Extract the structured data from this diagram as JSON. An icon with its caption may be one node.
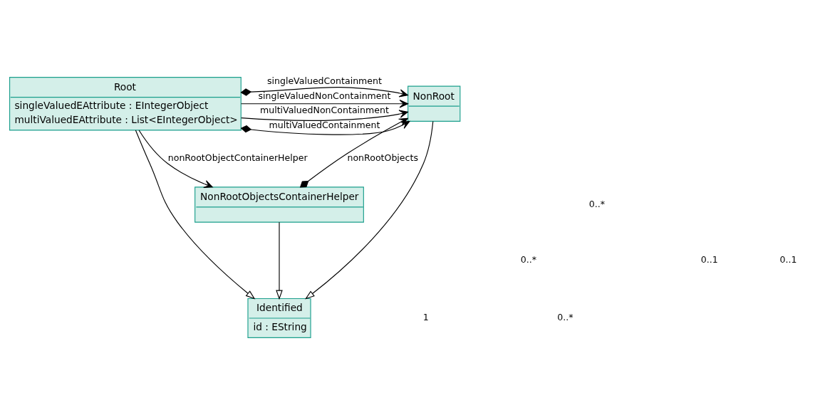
{
  "diagram": {
    "nodes": [
      {
        "text": [
          "Identified",
          "id : EString"
        ]
      },
      {
        "text": [
          "Root",
          "singleValuedEAttribute : EIntegerObject",
          "multiValuedEAttribute : List<EIntegerObject>"
        ]
      },
      {
        "text": [
          "NonRoot"
        ]
      },
      {
        "text": [
          "NonRootObjectsContainerHelper"
        ]
      }
    ],
    "edges": [
      {
        "from": 1,
        "to": 0,
        "arrow": "to"
      },
      {
        "from": 2,
        "to": 0,
        "arrow": "to"
      },
      {
        "from": 3,
        "to": 0,
        "arrow": "to"
      },
      {
        "from": 1,
        "to": 2,
        "arrow": "to",
        "label": "singleValuedContainment"
      },
      {
        "from": 1,
        "to": 2,
        "arrow": "to",
        "label": "singleValuedNonContainment"
      },
      {
        "from": 1,
        "to": 2,
        "arrow": "to",
        "label": "multiValuedContainment"
      },
      {
        "from": 1,
        "to": 2,
        "arrow": "to",
        "label": "multiValuedNonContainment"
      },
      {
        "from": 1,
        "to": 3,
        "arrow": "to",
        "label": "nonRootObjectContainerHelper"
      },
      {
        "from": 3,
        "to": 2,
        "arrow": "to",
        "label": "nonRootObjects"
      }
    ],
    "labels": [
      "0..1",
      "0..1",
      "0..*",
      "0..*",
      "1",
      "0..*"
    ]
  }
}
